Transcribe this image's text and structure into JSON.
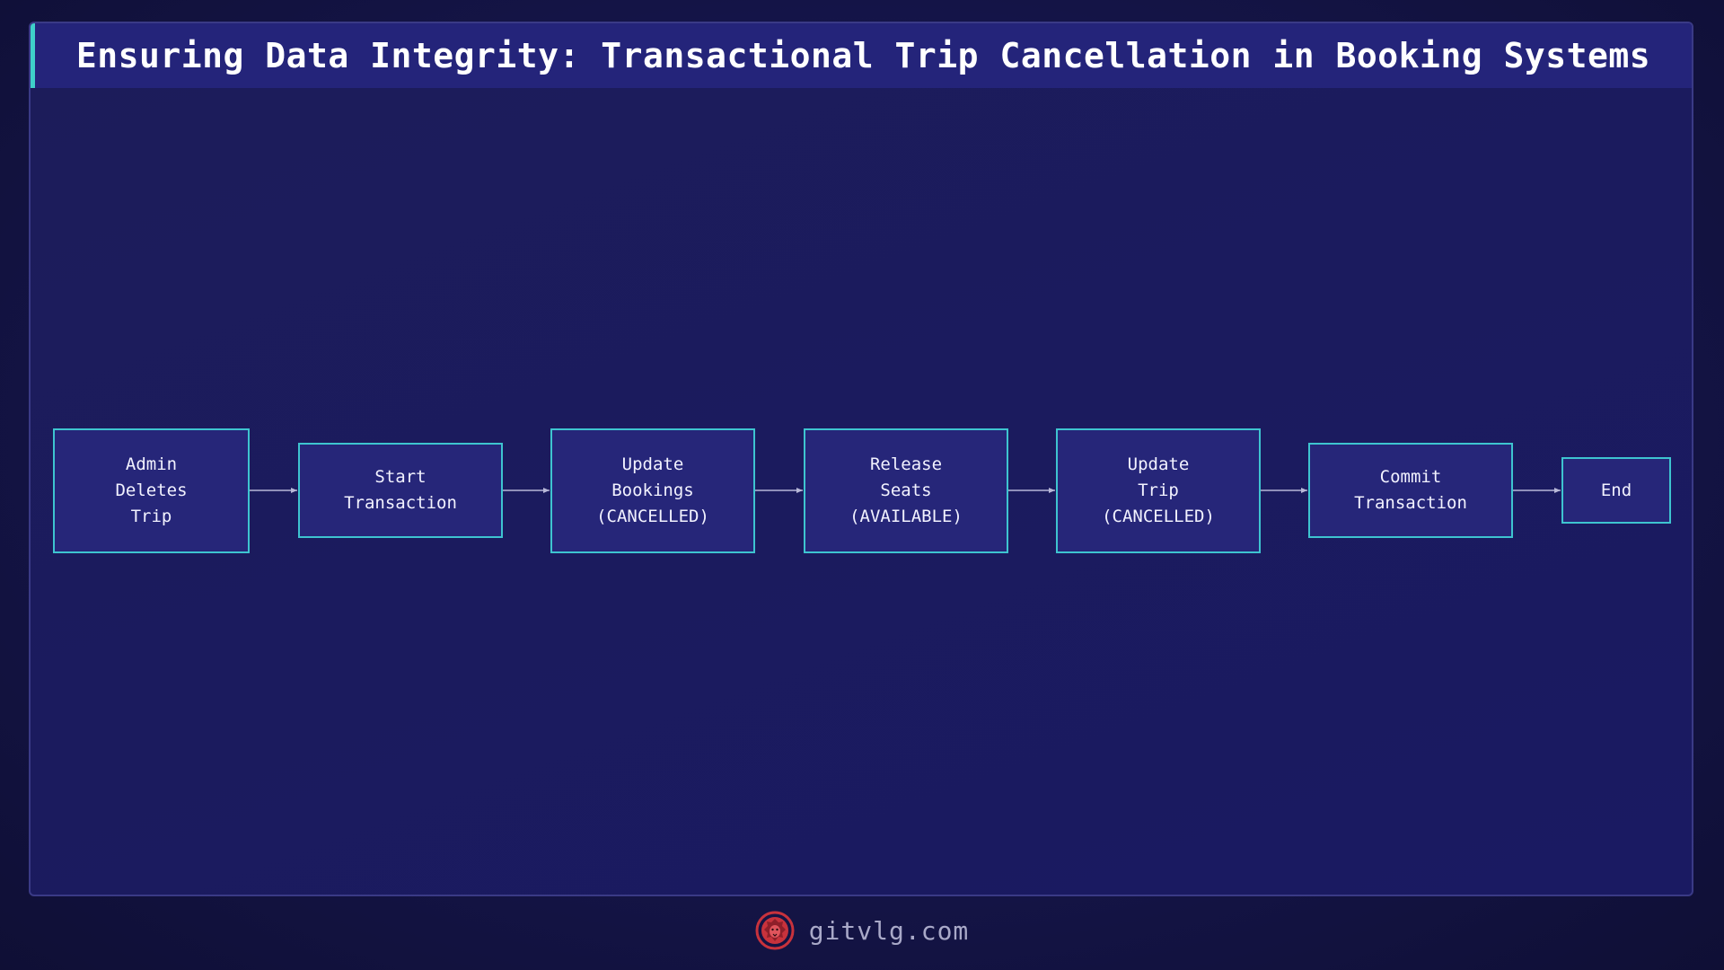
{
  "title": "Ensuring Data Integrity: Transactional Trip Cancellation in Booking Systems",
  "colors": {
    "node_border": "#3ec4d0",
    "node_fill": "#262679",
    "title_accent": "#3fd0c9",
    "logo": "#c8323c"
  },
  "nodes": [
    {
      "id": "admin-deletes-trip",
      "lines": [
        "Admin",
        "Deletes",
        "Trip"
      ]
    },
    {
      "id": "start-transaction",
      "lines": [
        "Start",
        "Transaction"
      ]
    },
    {
      "id": "update-bookings",
      "lines": [
        "Update",
        "Bookings",
        "(CANCELLED)"
      ]
    },
    {
      "id": "release-seats",
      "lines": [
        "Release",
        "Seats",
        "(AVAILABLE)"
      ]
    },
    {
      "id": "update-trip",
      "lines": [
        "Update",
        "Trip",
        "(CANCELLED)"
      ]
    },
    {
      "id": "commit-transaction",
      "lines": [
        "Commit",
        "Transaction"
      ]
    },
    {
      "id": "end",
      "lines": [
        "End"
      ]
    }
  ],
  "edges": [
    {
      "from": "admin-deletes-trip",
      "to": "start-transaction"
    },
    {
      "from": "start-transaction",
      "to": "update-bookings"
    },
    {
      "from": "update-bookings",
      "to": "release-seats"
    },
    {
      "from": "release-seats",
      "to": "update-trip"
    },
    {
      "from": "update-trip",
      "to": "commit-transaction"
    },
    {
      "from": "commit-transaction",
      "to": "end"
    }
  ],
  "footer": {
    "site": "gitvlg.com",
    "logo_icon": "lion-logo-icon"
  }
}
